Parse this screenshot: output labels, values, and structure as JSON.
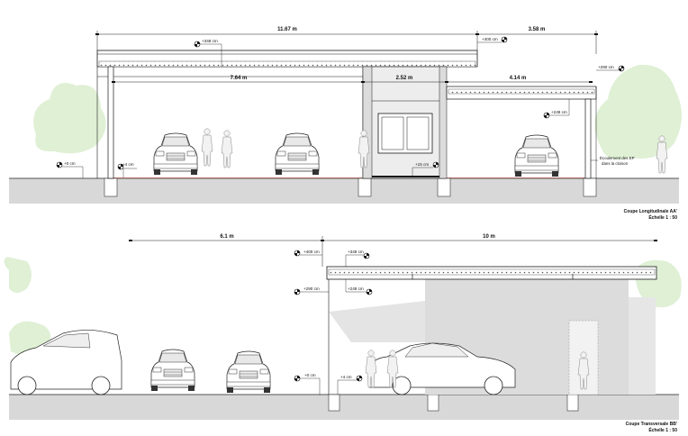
{
  "section_aa": {
    "dims": {
      "total_left": "11.67 m",
      "total_right": "3.58 m",
      "carport": "7.64 m",
      "room": "2.52 m",
      "shed": "4.14 m"
    },
    "levels": {
      "roof": "+348 cm",
      "top": "+400 cm",
      "low_roof": "+290 cm",
      "shed_roof": "+248 cm",
      "ground": "+0 cm",
      "step": "+4 cm",
      "floor": "+15 cm"
    },
    "note_lines": [
      "Écoulement des EP",
      "dans la cloison"
    ],
    "caption_title": "Coupe Longitudinale AA'",
    "caption_scale": "Échelle 1 : 50"
  },
  "section_bb": {
    "dims": {
      "left": "6.1 m",
      "right": "10 m"
    },
    "levels": {
      "top": "+400 cm",
      "roof": "+348 cm",
      "low_roof": "+290 cm",
      "eave": "+248 cm",
      "ground": "+0 cm",
      "step": "+4 cm"
    },
    "caption_title": "Coupe Transversale BB'",
    "caption_scale": "Échelle 1 : 50"
  },
  "colors": {
    "line": "#1a1a1a",
    "ground": "#8a8a8a",
    "soil": "#d8d8d8",
    "tree": "#dff0d5",
    "wall": "#dcdcdc",
    "red": "#c0392b"
  }
}
